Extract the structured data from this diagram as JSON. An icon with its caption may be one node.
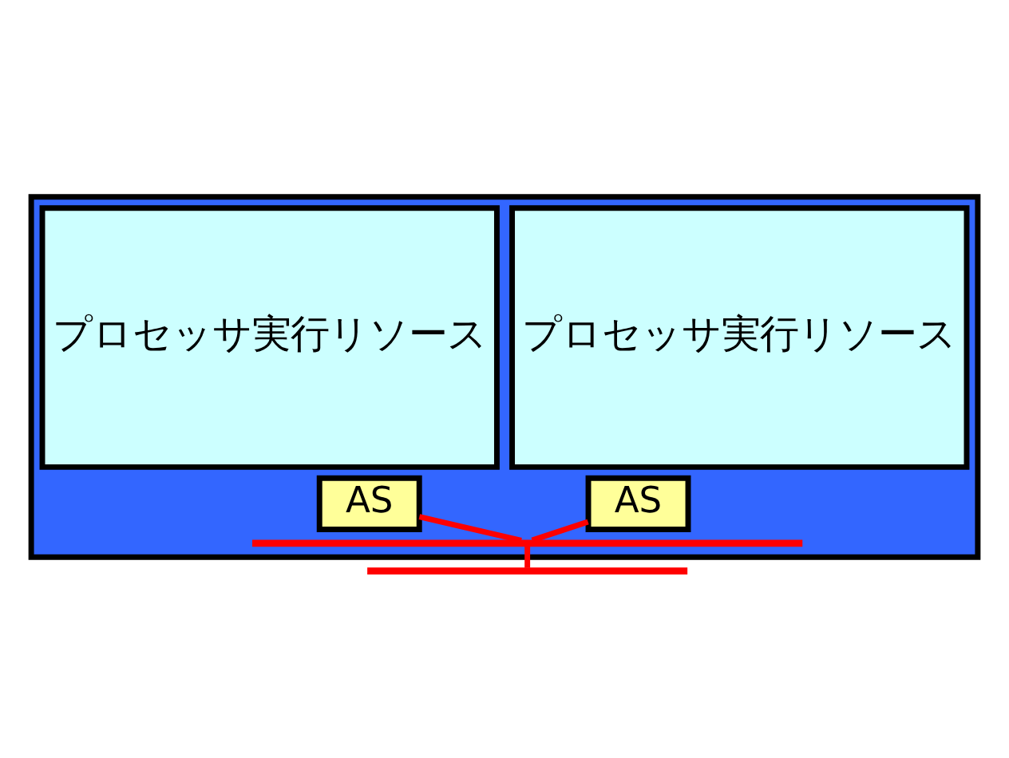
{
  "diagram": {
    "nodes": [
      {
        "text": [],
        "shape": "box"
      },
      {
        "text": [
          "プロセッサ実行リソース"
        ],
        "in": 0
      },
      {
        "text": [
          "プロセッサ実行リソース"
        ],
        "in": 0
      },
      {
        "text": [
          "AS"
        ],
        "in": 0
      },
      {
        "text": [
          "AS"
        ],
        "in": 0
      },
      {
        "text": [],
        "shape": "bar",
        "in": 0
      },
      {
        "text": [],
        "shape": "bar"
      }
    ],
    "edges": [
      {
        "from": 3,
        "to": 5,
        "arrow": "none"
      },
      {
        "from": 4,
        "to": 5,
        "arrow": "none"
      },
      {
        "from": 5,
        "to": 6,
        "arrow": "none"
      }
    ]
  }
}
